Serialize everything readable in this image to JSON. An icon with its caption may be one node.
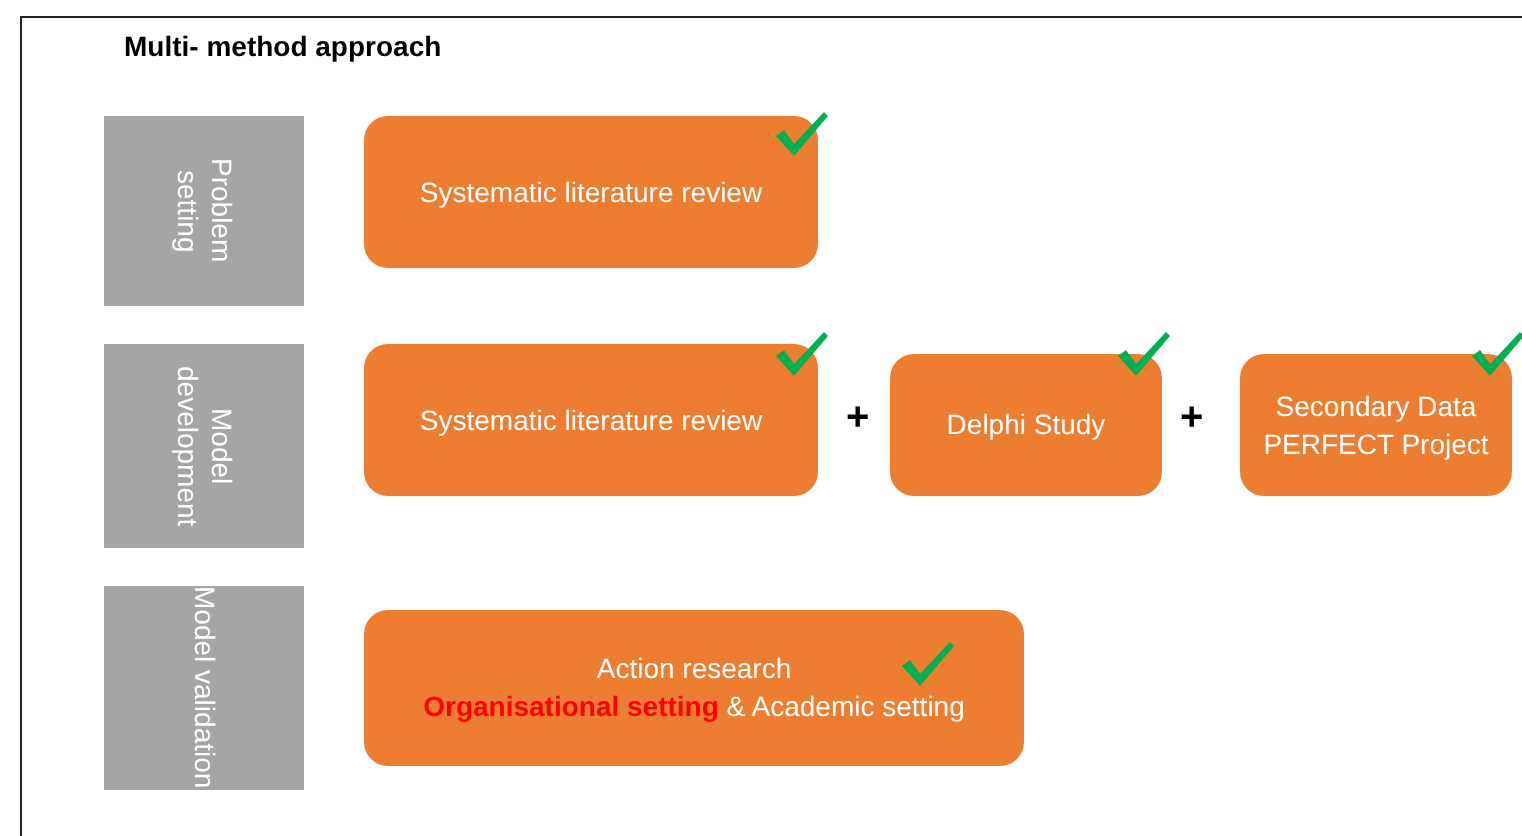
{
  "diagram": {
    "title": "Multi- method approach",
    "nodes": [
      {
        "text": [
          "Problem setting"
        ]
      },
      {
        "text": [
          "Systematic literature review"
        ]
      },
      {
        "text": [
          "Model development"
        ]
      },
      {
        "text": [
          "Systematic literature review"
        ]
      },
      {
        "text": [
          "Delphi Study"
        ]
      },
      {
        "text": [
          "Secondary Data PERFECT Project"
        ]
      },
      {
        "text": [
          "Model validation"
        ]
      },
      {
        "text": [
          "Action research",
          "**Organisational setting** & Academic setting"
        ]
      }
    ],
    "labels": [
      "+",
      "+"
    ]
  }
}
